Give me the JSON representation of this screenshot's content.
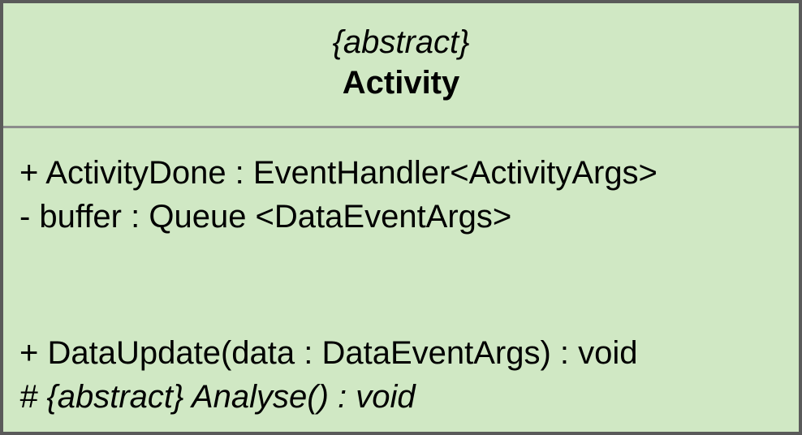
{
  "class": {
    "stereotype": "{abstract}",
    "name": "Activity",
    "attributes": [
      "+ ActivityDone : EventHandler<ActivityArgs>",
      "- buffer : Queue <DataEventArgs>"
    ],
    "operations": [
      "+ DataUpdate(data : DataEventArgs) : void",
      "# {abstract} Analyse() : void"
    ]
  },
  "colors": {
    "fill": "#d0e8c4",
    "border": "#5a5a5a",
    "divider": "#8c8c8c"
  }
}
